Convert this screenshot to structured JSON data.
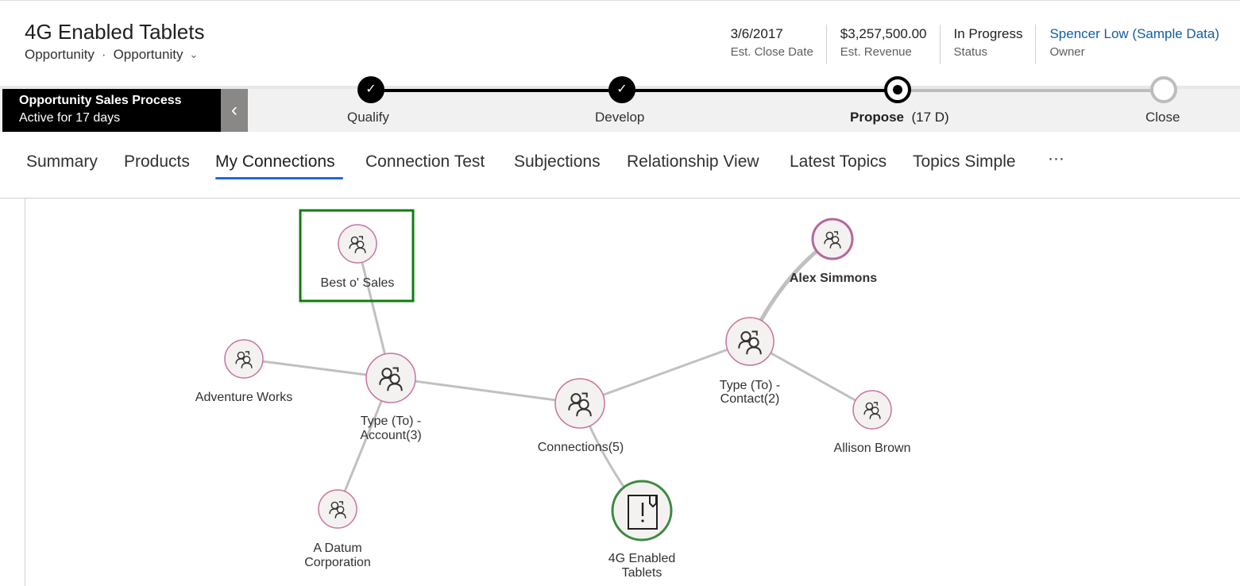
{
  "record": {
    "title": "4G Enabled Tablets",
    "entity": "Opportunity",
    "form": "Opportunity"
  },
  "fields": [
    {
      "value": "3/6/2017",
      "label": "Est. Close Date"
    },
    {
      "value": "$3,257,500.00",
      "label": "Est. Revenue"
    },
    {
      "value": "In Progress",
      "label": "Status"
    },
    {
      "value": "Spencer Low (Sample Data)",
      "label": "Owner"
    }
  ],
  "process": {
    "name": "Opportunity Sales Process",
    "duration": "Active for 17 days",
    "stages": [
      {
        "label": "Qualify",
        "state": "done"
      },
      {
        "label": "Develop",
        "state": "done"
      },
      {
        "label": "Propose",
        "duration": "(17 D)",
        "state": "active"
      },
      {
        "label": "Close",
        "state": "todo"
      }
    ]
  },
  "tabs": [
    {
      "label": "Summary"
    },
    {
      "label": "Products"
    },
    {
      "label": "My Connections",
      "active": true
    },
    {
      "label": "Connection Test"
    },
    {
      "label": "Subjections"
    },
    {
      "label": "Relationship View"
    },
    {
      "label": "Latest Topics"
    },
    {
      "label": "Topics Simple"
    },
    {
      "label": "···"
    }
  ],
  "graph": {
    "nodes": {
      "best": {
        "label": "Best o' Sales",
        "icon": "people-icon"
      },
      "alex": {
        "label": "Alex Simmons",
        "icon": "people-icon"
      },
      "adventure": {
        "label": "Adventure Works",
        "icon": "people-icon"
      },
      "account": {
        "label1": "Type (To) -",
        "label2": "Account(3)",
        "icon": "people-icon"
      },
      "contact": {
        "label1": "Type (To) -",
        "label2": "Contact(2)",
        "icon": "people-icon"
      },
      "connections": {
        "label": "Connections(5)",
        "icon": "people-icon"
      },
      "allison": {
        "label": "Allison Brown",
        "icon": "people-icon"
      },
      "datum": {
        "label1": "A Datum",
        "label2": "Corporation",
        "icon": "people-icon"
      },
      "opportunity": {
        "label1": "4G Enabled",
        "label2": "Tablets",
        "icon": "opportunity-document-icon"
      }
    },
    "colors": {
      "node_border": "#c8739f",
      "root_border": "#3d8a3e",
      "selection_box": "#107c10",
      "edge": "#c0c0c0"
    }
  }
}
